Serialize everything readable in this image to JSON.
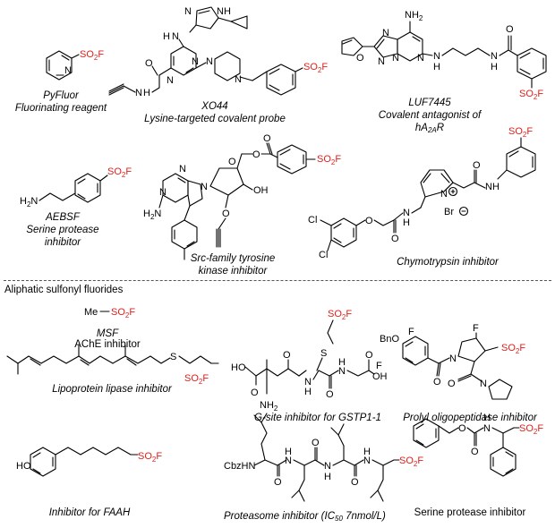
{
  "group1": {
    "pyfluor": {
      "name": "PyFluor",
      "desc": "Fluorinating reagent"
    },
    "xo44": {
      "name": "XO44",
      "desc": "Lysine-targeted covalent probe"
    },
    "luf7445": {
      "name": "LUF7445",
      "desc_line1": "Covalent antagonist of",
      "receptor": "hA",
      "receptor_sub": "2A",
      "receptor_tail": "R"
    },
    "aebsf": {
      "name": "AEBSF",
      "desc_line1": "Serine protease",
      "desc_line2": "inhibitor"
    },
    "src": {
      "desc_line1": "Src-family tyrosine",
      "desc_line2": "kinase inhibitor"
    },
    "chymo": {
      "desc": "Chymotrypsin inhibitor"
    }
  },
  "section_title": "Aliphatic sulfonyl fluorides",
  "group2": {
    "msf": {
      "formula_me": "Me",
      "formula_sf": "SO2F",
      "name": "MSF",
      "desc": "AChE inhibitor"
    },
    "lipo": {
      "desc": "Lipoprotein lipase inhibitor"
    },
    "gsite": {
      "desc": "G-site inhibitor for GSTP1-1"
    },
    "prolyl": {
      "desc": "Prolyl oligopeptidase inhibitor"
    },
    "faah": {
      "desc": "Inhibitor for FAAH"
    },
    "proteasome": {
      "desc_pre": "Proteasome inhibitor (IC",
      "desc_sub": "50",
      "desc_post": " 7nmol/L)"
    },
    "serine": {
      "desc": "Serine protease inhibitor"
    }
  },
  "atom_labels": {
    "so2f": "SO2F",
    "nh": "NH",
    "n": "N",
    "h": "H",
    "o": "O",
    "s": "S",
    "f": "F",
    "nh2": "NH2",
    "h2n": "H2N",
    "oh": "OH",
    "ho": "HO",
    "br": "Br",
    "cl": "Cl",
    "bno": "BnO",
    "cbzhn": "CbzHN",
    "me": "Me"
  },
  "colors": {
    "so2f_red": "#e0201b",
    "text": "#000000",
    "separator": "#555555"
  }
}
